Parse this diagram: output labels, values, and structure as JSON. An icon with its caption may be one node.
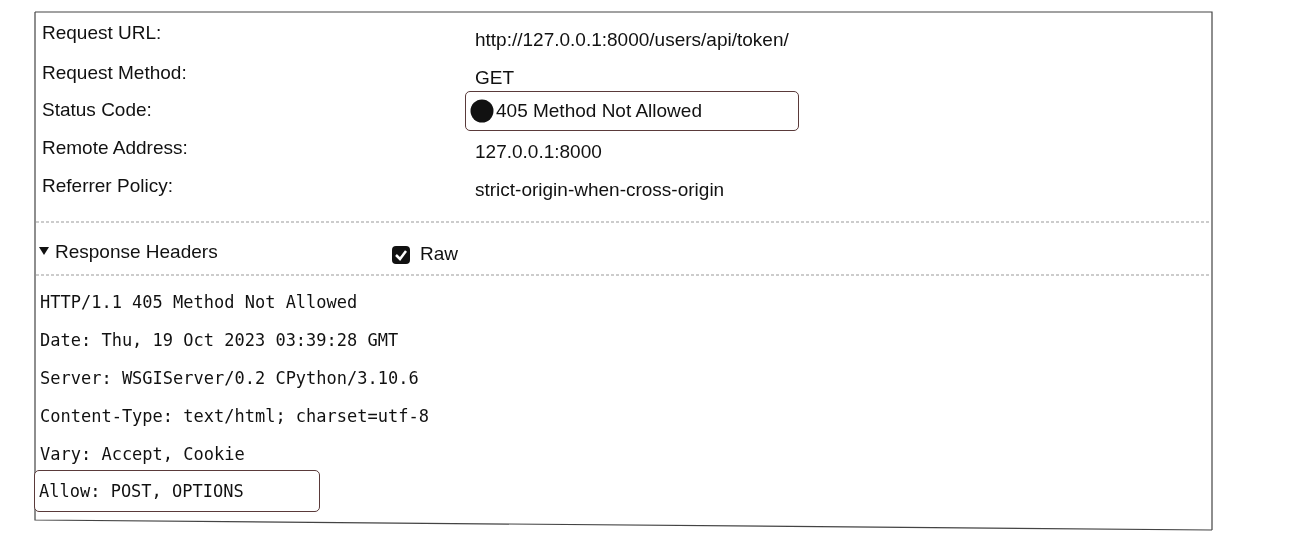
{
  "diagram": {
    "nodes": [
      {
        "text": [
          "405 Method Not Allowed"
        ]
      },
      {
        "text": [
          "Allow: POST, OPTIONS"
        ]
      }
    ],
    "labels": [
      "Request URL:",
      "http://127.0.0.1:8000/users/api/token/",
      "Request Method:",
      "GET",
      "Status Code:",
      "Remote Address:",
      "127.0.0.1:8000",
      "Referrer Policy:",
      "strict-origin-when-cross-origin",
      "Response Headers",
      "Raw",
      "HTTP/1.1 405 Method Not Allowed",
      "Date: Thu, 19 Oct 2023 03:39:28 GMT",
      "Server: WSGIServer/0.2 CPython/3.10.6",
      "Content-Type: text/html; charset=utf-8",
      "Vary: Accept, Cookie"
    ]
  }
}
